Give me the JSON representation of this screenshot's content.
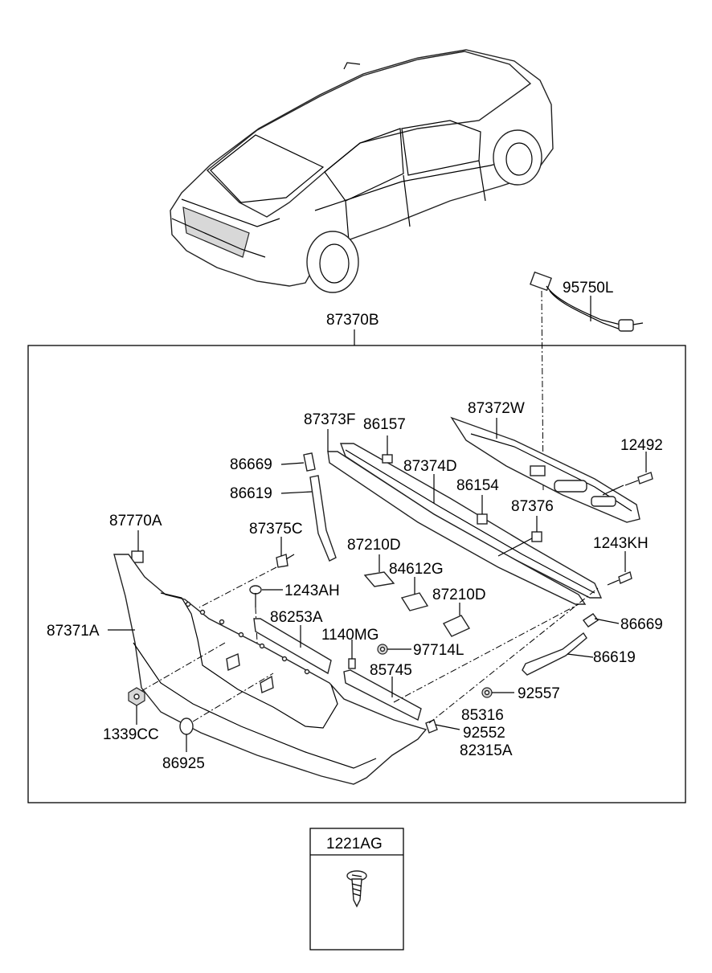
{
  "diagram": {
    "labels": {
      "p95750L": "95750L",
      "p87370B": "87370B",
      "p87373F": "87373F",
      "p86157": "86157",
      "p87372W": "87372W",
      "p12492": "12492",
      "p86669a": "86669",
      "p87374D": "87374D",
      "p86619a": "86619",
      "p86154": "86154",
      "p87770A": "87770A",
      "p87375C": "87375C",
      "p87376": "87376",
      "p1243KH": "1243KH",
      "p87210Da": "87210D",
      "p84612G": "84612G",
      "p1243AH": "1243AH",
      "p87210Db": "87210D",
      "p86253A": "86253A",
      "p87371A": "87371A",
      "p1140MG": "1140MG",
      "p97714L": "97714L",
      "p86669b": "86669",
      "p86619b": "86619",
      "p85745": "85745",
      "p92557": "92557",
      "p85316": "85316",
      "p1339CC": "1339CC",
      "p92552": "92552",
      "p82315A": "82315A",
      "p86925": "86925",
      "p1221AG": "1221AG"
    }
  }
}
